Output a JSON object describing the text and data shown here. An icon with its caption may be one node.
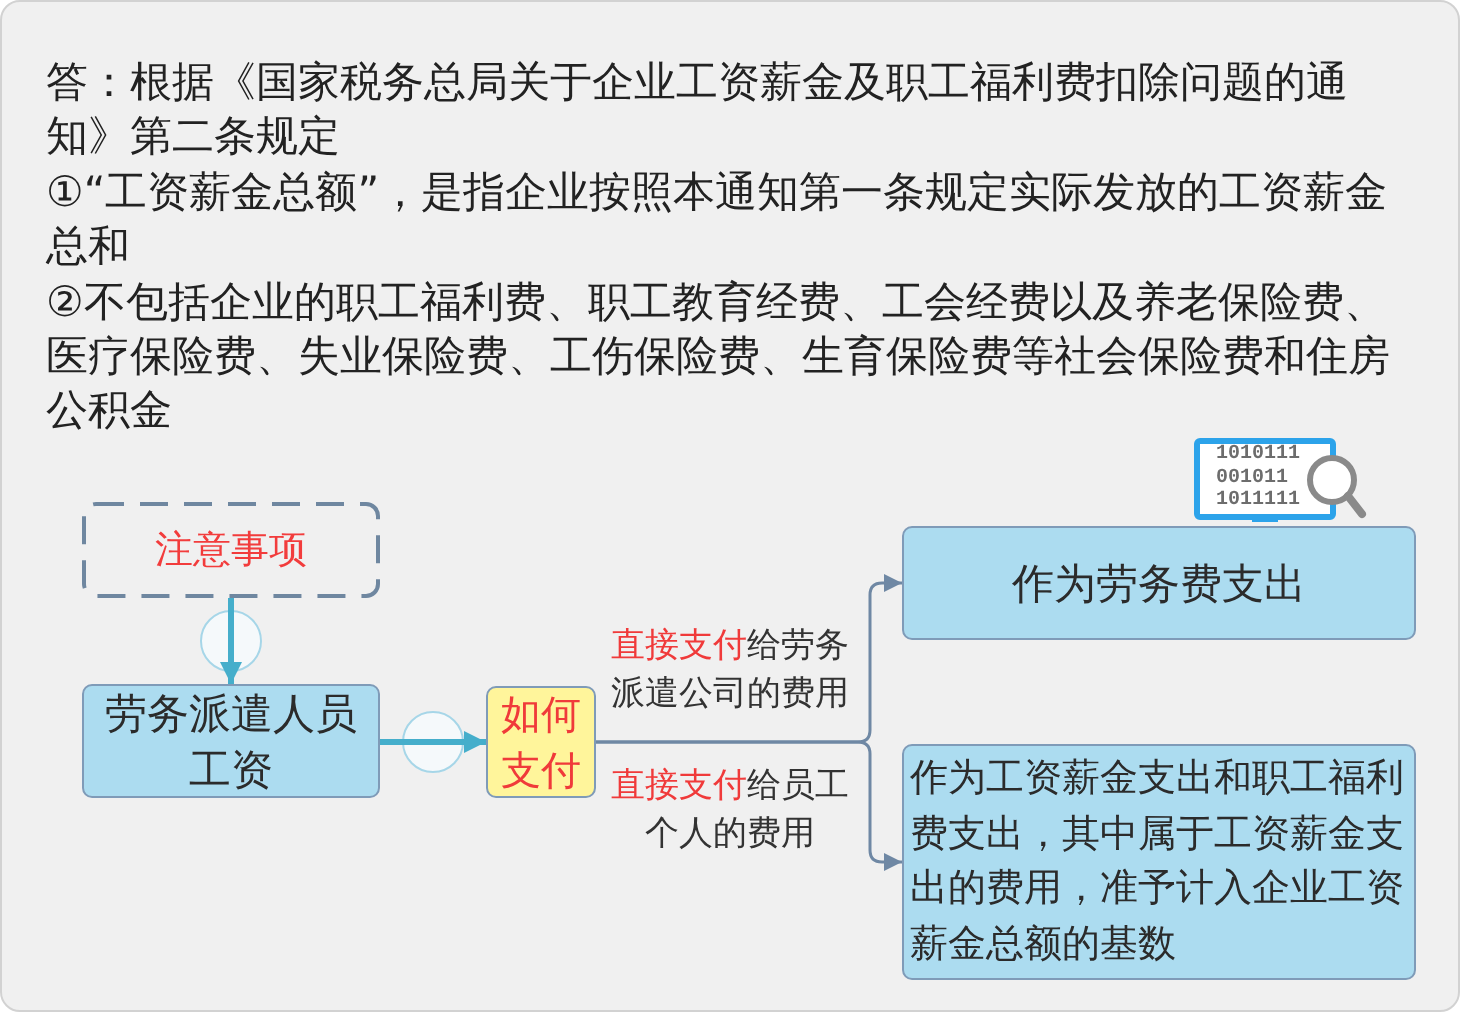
{
  "diagram": {
    "nodes": [
      {
        "text": [
          "注意事项"
        ]
      },
      {
        "text": [
          "劳务派遣人员工资"
        ]
      },
      {
        "text": [
          "如何支付"
        ]
      },
      {
        "text": [
          "作为劳务费支出"
        ]
      },
      {
        "text": [
          "作为工资薪金支出和职工福利费支出，其中属于工资薪金支出的费用，准予计入企业工资薪金总额的基数"
        ]
      }
    ],
    "edges": [
      {
        "from": 0,
        "to": 1,
        "arrow": "to",
        "style": "thick",
        "color": "#45aecb"
      },
      {
        "from": 1,
        "to": 2,
        "arrow": "to",
        "style": "thick",
        "color": "#45aecb"
      },
      {
        "from": 2,
        "to": 3,
        "arrow": "to",
        "label": "**直接支付**给劳务派遣公司的费用"
      },
      {
        "from": 2,
        "to": 4,
        "arrow": "to",
        "label": "**直接支付**给员工个人的费用"
      }
    ],
    "labels": [
      "答：根据《国家税务总局关于企业工资薪金及职工福利费扣除问题的通知》第二条规定",
      "①“工资薪金总额”，是指企业按照本通知第一条规定实际发放的工资薪金总和",
      "②不包括企业的职工福利费、职工教育经费、工会经费以及养老保险费、医疗保险费、失业保险费、工伤保险费、生育保险费等社会保险费和住房公积金",
      "1010111",
      "001011",
      "1011111"
    ]
  }
}
